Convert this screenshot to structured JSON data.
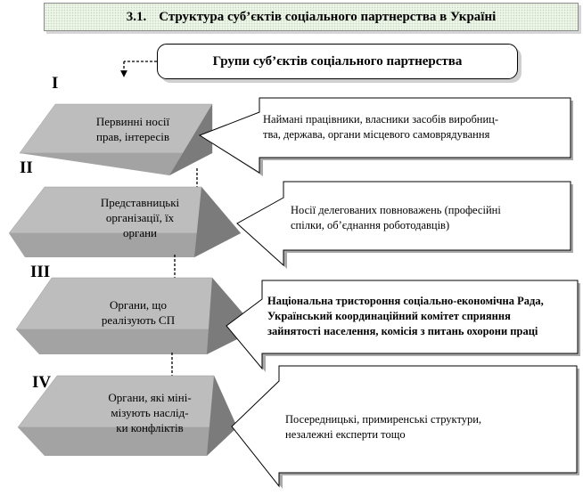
{
  "title": {
    "number": "3.1.",
    "text": "Структура суб’єктів соціального партнерства в Україні"
  },
  "groups_header": "Групи суб’єктів соціального партнерства",
  "levels": [
    {
      "roman": "I",
      "box_lines": [
        "Первинні носії",
        "прав, інтересів"
      ],
      "desc_lines": [
        "Наймані працівники, власники засобів виробниц-",
        "тва, держава, органи місцевого самоврядування"
      ]
    },
    {
      "roman": "II",
      "box_lines": [
        "Представницькі",
        "організації, їх",
        "органи"
      ],
      "desc_lines": [
        "Носії делегованих повноважень (професійні",
        "спілки, об’єднання роботодавців)"
      ]
    },
    {
      "roman": "III",
      "box_lines": [
        "Органи, що",
        "реалізують СП"
      ],
      "desc_lines": [
        "Національна тристороння соціально-економічна Рада,",
        "Український координаційний комітет сприяння",
        "зайнятості населення, комісія з питань охорони праці"
      ]
    },
    {
      "roman": "IV",
      "box_lines": [
        "Органи, які міні-",
        "мізують наслід-",
        "ки конфліктів"
      ],
      "desc_lines": [
        "Посередницькі, примиренські структури,",
        "незалежні експерти тощо"
      ]
    }
  ],
  "colors": {
    "prism_top": "#bdbdbd",
    "prism_side": "#7b7b7b",
    "prism_front": "#9a9a9a",
    "connector": "#000000"
  }
}
